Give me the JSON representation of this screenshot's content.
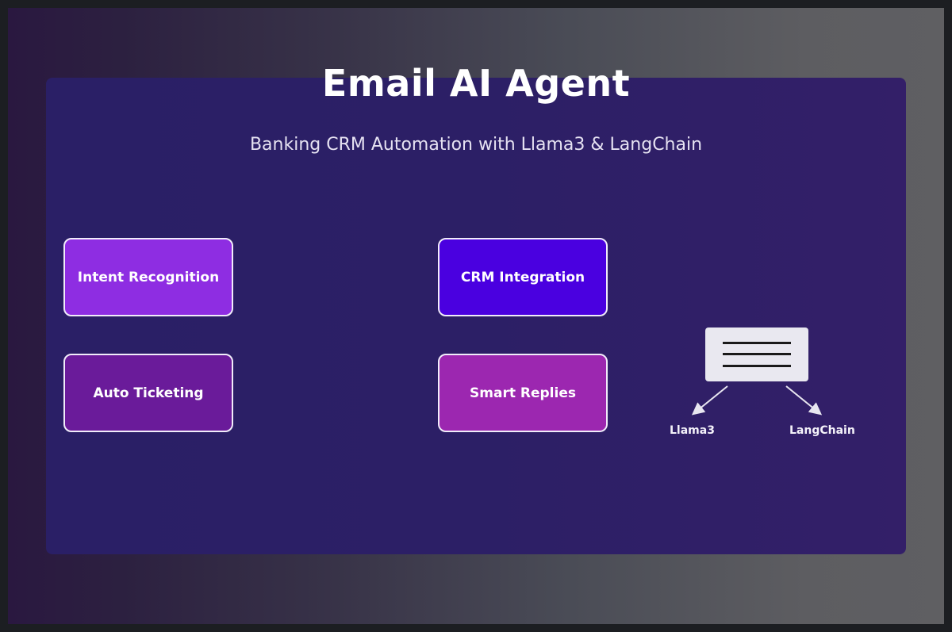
{
  "header": {
    "title": "Email AI Agent",
    "subtitle": "Banking CRM Automation with Llama3 & LangChain"
  },
  "features": [
    {
      "label": "Intent Recognition",
      "color": "#8e2de2"
    },
    {
      "label": "CRM Integration",
      "color": "#4a00e0"
    },
    {
      "label": "Auto Ticketing",
      "color": "#6a1b9a"
    },
    {
      "label": "Smart Replies",
      "color": "#9c27b0"
    }
  ],
  "flow": {
    "source_icon": "email-lines-icon",
    "targets": [
      "Llama3",
      "LangChain"
    ]
  },
  "colors": {
    "panel": "#2c1f66",
    "box_border": "#f1ecfa",
    "text": "#ffffff"
  }
}
